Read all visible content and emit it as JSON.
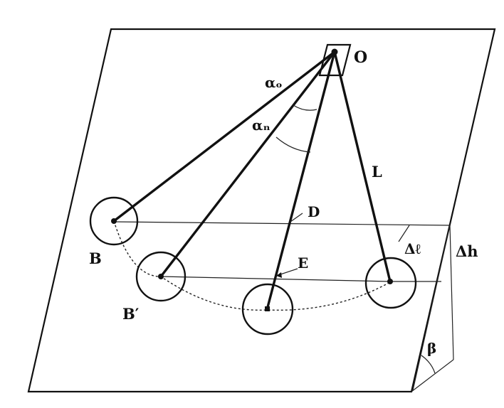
{
  "labels": {
    "pivot": "O",
    "alpha0": "αₒ",
    "alphan": "αₙ",
    "length": "L",
    "D": "D",
    "E": "E",
    "B": "B",
    "Bprime": "B′",
    "delta_l": "Δℓ",
    "delta_h": "Δh",
    "beta": "β"
  }
}
